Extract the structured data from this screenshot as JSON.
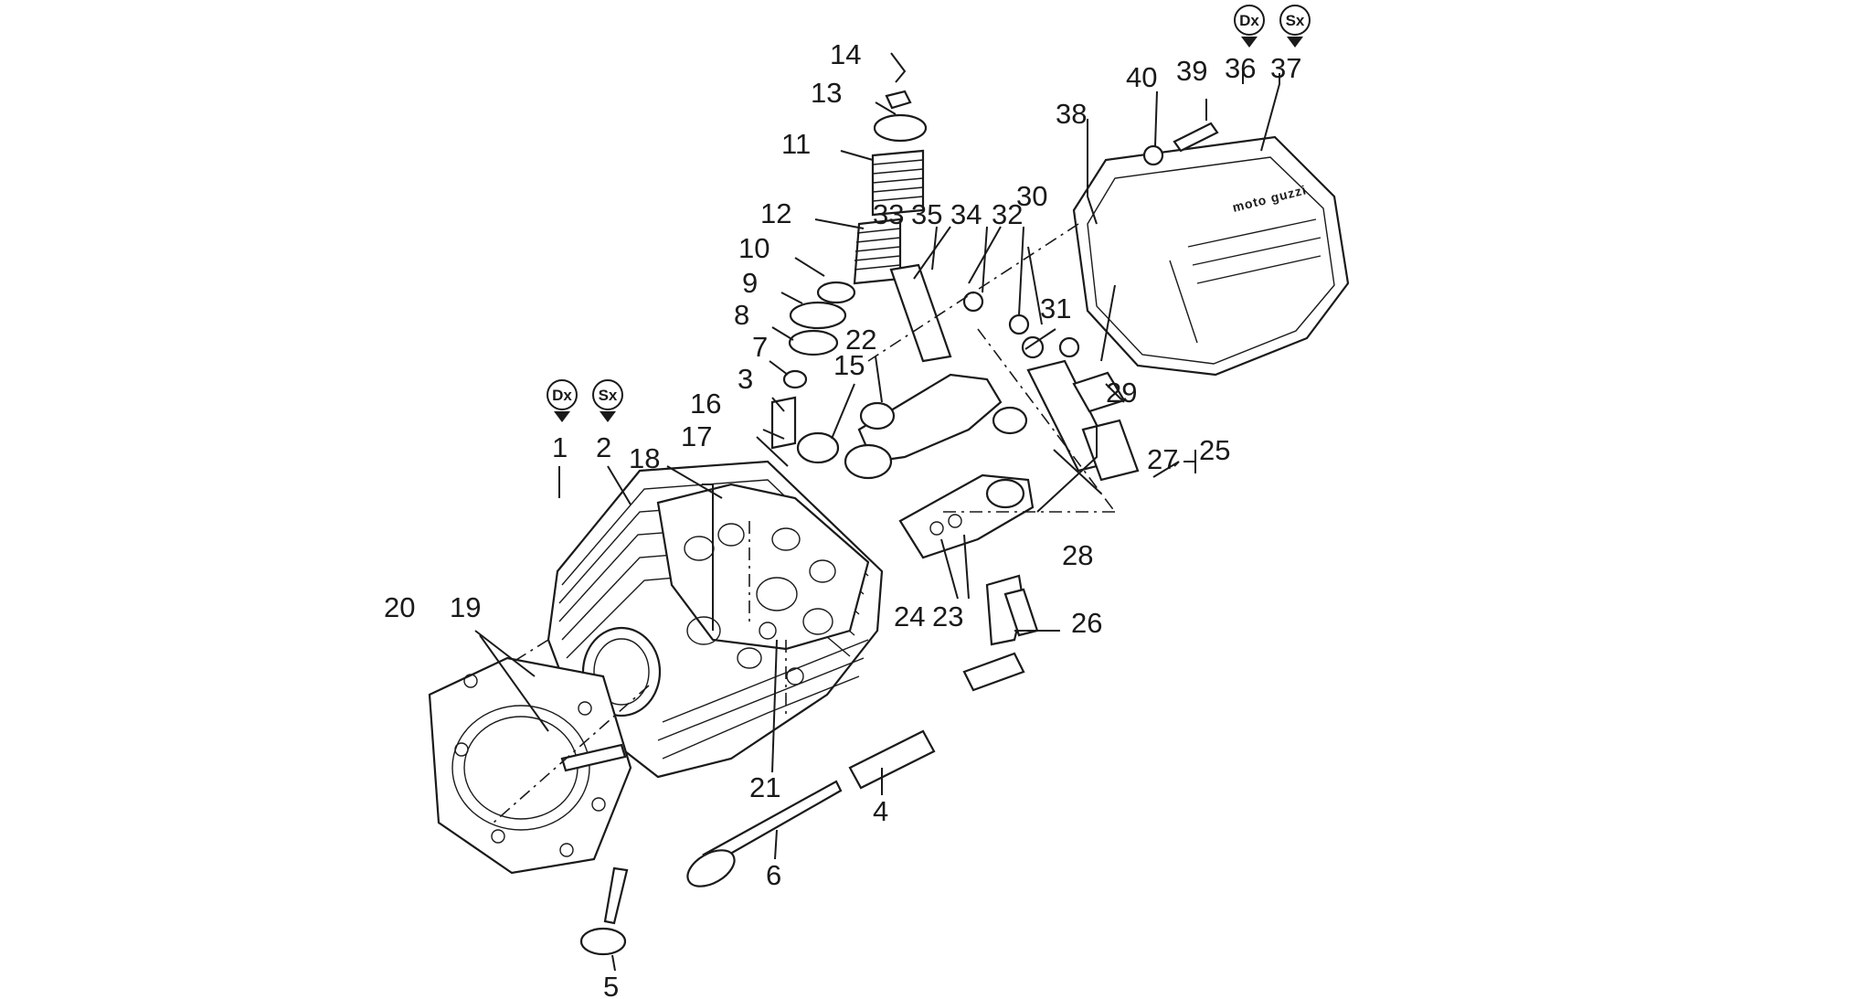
{
  "brand_mark": "moto guzzi",
  "side_badges": {
    "right": "Dx",
    "left": "Sx"
  },
  "callouts": {
    "c1": "1",
    "c2": "2",
    "c3": "3",
    "c4": "4",
    "c5": "5",
    "c6": "6",
    "c7": "7",
    "c8": "8",
    "c9": "9",
    "c10": "10",
    "c11": "11",
    "c12": "12",
    "c13": "13",
    "c14": "14",
    "c15": "15",
    "c16": "16",
    "c17": "17",
    "c18": "18",
    "c19": "19",
    "c20": "20",
    "c21": "21",
    "c22": "22",
    "c23": "23",
    "c24": "24",
    "c25": "25",
    "c26": "26",
    "c27": "27",
    "c28": "28",
    "c29": "29",
    "c30": "30",
    "c31": "31",
    "c32": "32",
    "c33": "33",
    "c34": "34",
    "c35": "35",
    "c36": "36",
    "c37": "37",
    "c38": "38",
    "c39": "39",
    "c40": "40"
  }
}
